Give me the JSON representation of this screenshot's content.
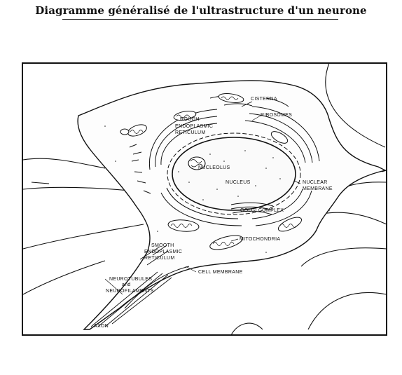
{
  "title": "Diagramme généralisé de l'ultrastructure d'un neurone",
  "labels": {
    "cisterna": "CISTERNA",
    "ribosomes": "RIBOSOMES",
    "rough_er": [
      "ROUGH",
      "ENDOPLASMIC",
      "RETICULUM"
    ],
    "nucleolus": "NUCLEOLUS",
    "nucleus": "NUCLEUS",
    "nuclear_membrane": [
      "NUCLEAR",
      "MEMBRANE"
    ],
    "golgi_complex": "GOLGI COMPLEX",
    "mitochondria": "MITOCHONDRIA",
    "smooth_er": [
      "SMOOTH",
      "ENDOPLASMIC",
      "RETICULUM"
    ],
    "cell_membrane": "CELL MEMBRANE",
    "neurotubules": [
      "NEUROTUBULES",
      "and",
      "NEUROFILAMENTS"
    ],
    "axon": "AXON"
  }
}
